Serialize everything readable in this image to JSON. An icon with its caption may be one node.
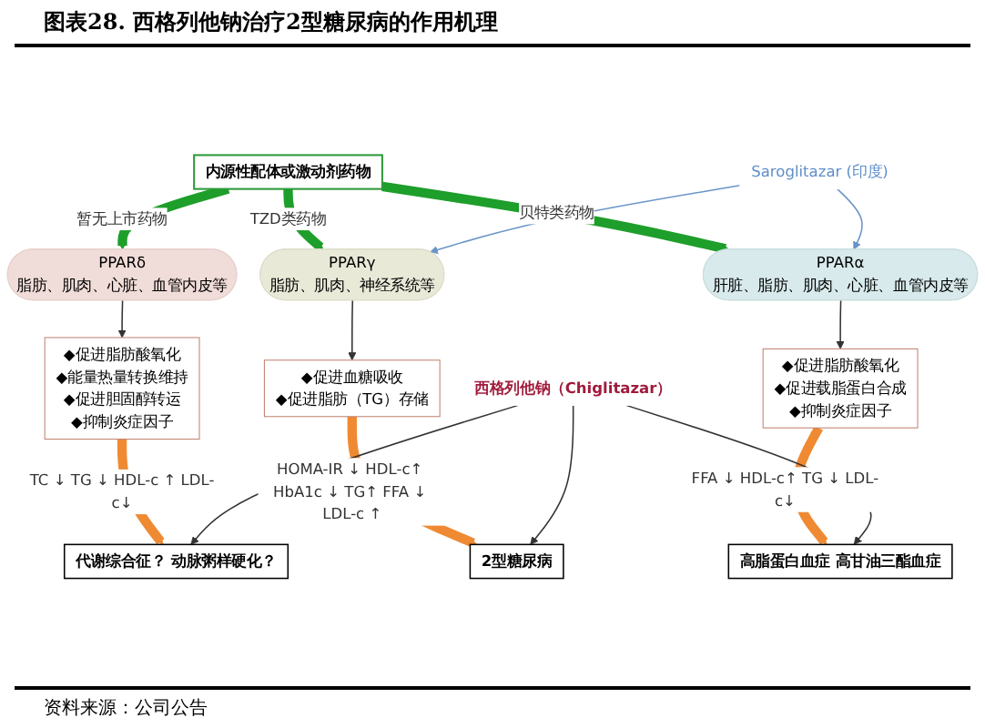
{
  "diagram": {
    "title": "图表28. 西格列他钠治疗2型糖尿病的作用机理",
    "caption": "资料来源：公司公告",
    "nodes": [
      {
        "text": [
          "内源性配体或激动剂药物"
        ]
      },
      {
        "text": [
          "PPARδ",
          "脂肪、肌肉、心脏、血管内皮等"
        ]
      },
      {
        "text": [
          "PPARγ",
          "脂肪、肌肉、神经系统等"
        ]
      },
      {
        "text": [
          "PPARα",
          "肝脏、脂肪、肌肉、心脏、血管内皮等"
        ]
      },
      {
        "text": [
          "Saroglitazar (印度)"
        ]
      },
      {
        "text": [
          "◆促进脂肪酸氧化",
          "◆能量热量转换维持",
          "◆促进胆固醇转运",
          "◆抑制炎症因子"
        ]
      },
      {
        "text": [
          "◆促进血糖吸收",
          "◆促进脂肪（TG）存储"
        ]
      },
      {
        "text": [
          "◆促进脂肪酸氧化",
          "◆促进载脂蛋白合成",
          "◆抑制炎症因子"
        ]
      },
      {
        "text": [
          "代谢综合征？ 动脉粥样硬化？"
        ]
      },
      {
        "text": [
          "2型糖尿病"
        ]
      },
      {
        "text": [
          "高脂蛋白血症 高甘油三酯血症"
        ]
      },
      {
        "text": [
          "西格列他钠（Chiglitazar）"
        ]
      }
    ],
    "edges": [
      {
        "from": 0,
        "to": 1,
        "arrow": "to",
        "label": "暂无上市药物",
        "style": "thick",
        "color": "#1e9e2a"
      },
      {
        "from": 0,
        "to": 2,
        "arrow": "to",
        "label": "TZD类药物",
        "style": "thick",
        "color": "#1e9e2a"
      },
      {
        "from": 0,
        "to": 3,
        "arrow": "to",
        "label": "贝特类药物",
        "style": "thick",
        "color": "#1e9e2a"
      },
      {
        "from": 4,
        "to": 2,
        "arrow": "to",
        "color": "#6a94c8"
      },
      {
        "from": 4,
        "to": 3,
        "arrow": "to",
        "color": "#6a94c8"
      },
      {
        "from": 1,
        "to": 5,
        "arrow": "to"
      },
      {
        "from": 2,
        "to": 6,
        "arrow": "to"
      },
      {
        "from": 3,
        "to": 7,
        "arrow": "to"
      },
      {
        "from": 5,
        "to": 8,
        "arrow": "to",
        "label": "TC ↓ TG ↓ HDL-c ↑ LDL-c↓",
        "style": "thick",
        "color": "#ef8a32"
      },
      {
        "from": 6,
        "to": 9,
        "arrow": "to",
        "label": "HOMA-IR ↓ HDL-c↑ HbA1c ↓ TG↑ FFA ↓ LDL-c ↑",
        "style": "thick",
        "color": "#ef8a32"
      },
      {
        "from": 7,
        "to": 10,
        "arrow": "to",
        "label": "FFA ↓ HDL-c↑ TG ↓ LDL-c↓",
        "style": "thick",
        "color": "#ef8a32"
      },
      {
        "from": 11,
        "to": 8,
        "arrow": "to"
      },
      {
        "from": 11,
        "to": 9,
        "arrow": "to"
      },
      {
        "from": 11,
        "to": 10,
        "arrow": "to"
      }
    ]
  }
}
